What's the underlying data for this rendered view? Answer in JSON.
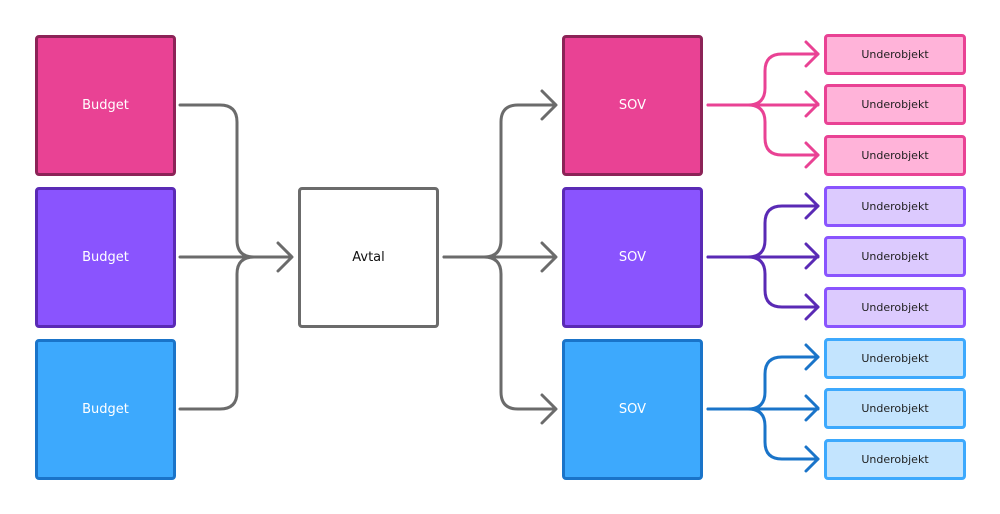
{
  "budgets": [
    {
      "label": "Budget",
      "fill": "#e94294",
      "border": "#8c2357"
    },
    {
      "label": "Budget",
      "fill": "#8a54fe",
      "border": "#5a2ab5"
    },
    {
      "label": "Budget",
      "fill": "#3da9fd",
      "border": "#1a74c9"
    }
  ],
  "agreement": {
    "label": "Avtal",
    "fill": "#ffffff",
    "border": "#6b6b6b"
  },
  "sov": [
    {
      "label": "SOV",
      "fill": "#e94294",
      "border": "#8c2357",
      "arrow": "#e94294"
    },
    {
      "label": "SOV",
      "fill": "#8a54fe",
      "border": "#5a2ab5",
      "arrow": "#5a2ab5"
    },
    {
      "label": "SOV",
      "fill": "#3da9fd",
      "border": "#1a74c9",
      "arrow": "#1a74c9"
    }
  ],
  "subobjects": [
    {
      "label": "Underobjekt",
      "fill": "#ffb3d9",
      "border": "#e94294"
    },
    {
      "label": "Underobjekt",
      "fill": "#ffb3d9",
      "border": "#e94294"
    },
    {
      "label": "Underobjekt",
      "fill": "#ffb3d9",
      "border": "#e94294"
    },
    {
      "label": "Underobjekt",
      "fill": "#dccafe",
      "border": "#8a54fe"
    },
    {
      "label": "Underobjekt",
      "fill": "#dccafe",
      "border": "#8a54fe"
    },
    {
      "label": "Underobjekt",
      "fill": "#dccafe",
      "border": "#8a54fe"
    },
    {
      "label": "Underobjekt",
      "fill": "#c3e4fe",
      "border": "#3da9fd"
    },
    {
      "label": "Underobjekt",
      "fill": "#c3e4fe",
      "border": "#3da9fd"
    },
    {
      "label": "Underobjekt",
      "fill": "#c3e4fe",
      "border": "#3da9fd"
    }
  ],
  "connector_color": "#6b6b6b"
}
